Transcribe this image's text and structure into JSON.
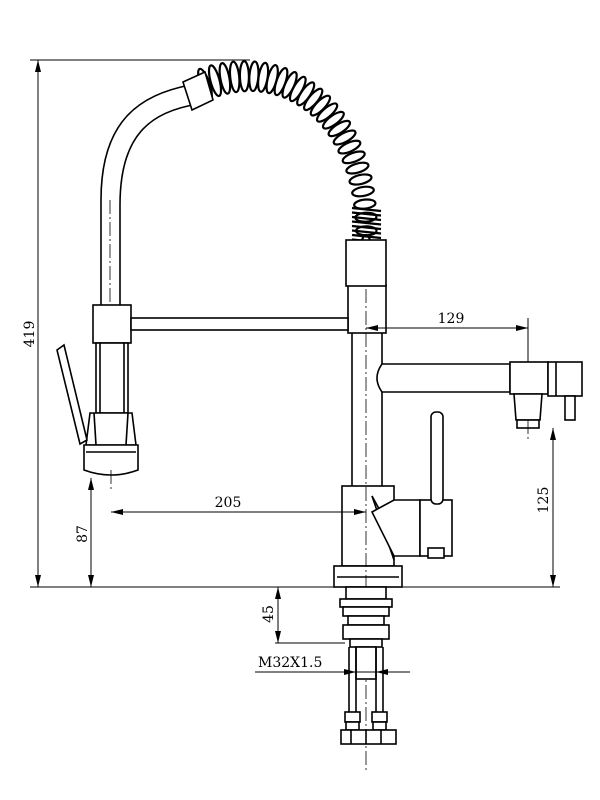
{
  "dimensions": {
    "total_height": "419",
    "spout_reach": "129",
    "spray_reach": "205",
    "spout_height": "125",
    "spray_height": "87",
    "shank_length": "45",
    "thread": "M32X1.5"
  }
}
